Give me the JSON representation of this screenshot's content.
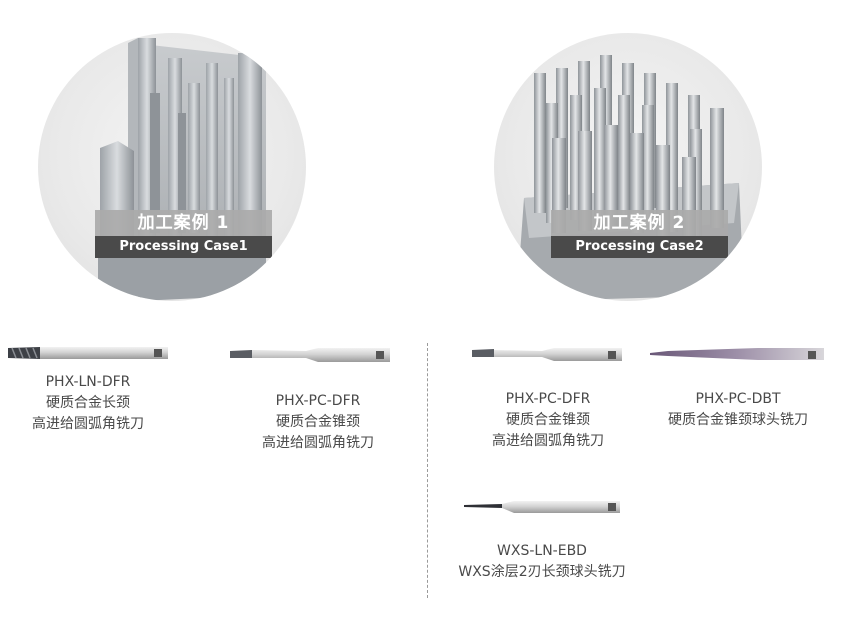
{
  "cases": [
    {
      "title_cn": "加工案例 1",
      "title_en": "Processing Case1"
    },
    {
      "title_cn": "加工案例 2",
      "title_en": "Processing Case2"
    }
  ],
  "tools": [
    {
      "model": "PHX-LN-DFR",
      "desc_line1": "硬质合金长颈",
      "desc_line2": "高进给圆弧角铣刀"
    },
    {
      "model": "PHX-PC-DFR",
      "desc_line1": "硬质合金锥颈",
      "desc_line2": "高进给圆弧角铣刀"
    },
    {
      "model": "PHX-PC-DFR",
      "desc_line1": "硬质合金锥颈",
      "desc_line2": "高进给圆弧角铣刀"
    },
    {
      "model": "PHX-PC-DBT",
      "desc_line1": "硬质合金锥颈球头铣刀"
    },
    {
      "model": "WXS-LN-EBD",
      "desc_line1": "WXS涂层2刃长颈球头铣刀"
    }
  ]
}
